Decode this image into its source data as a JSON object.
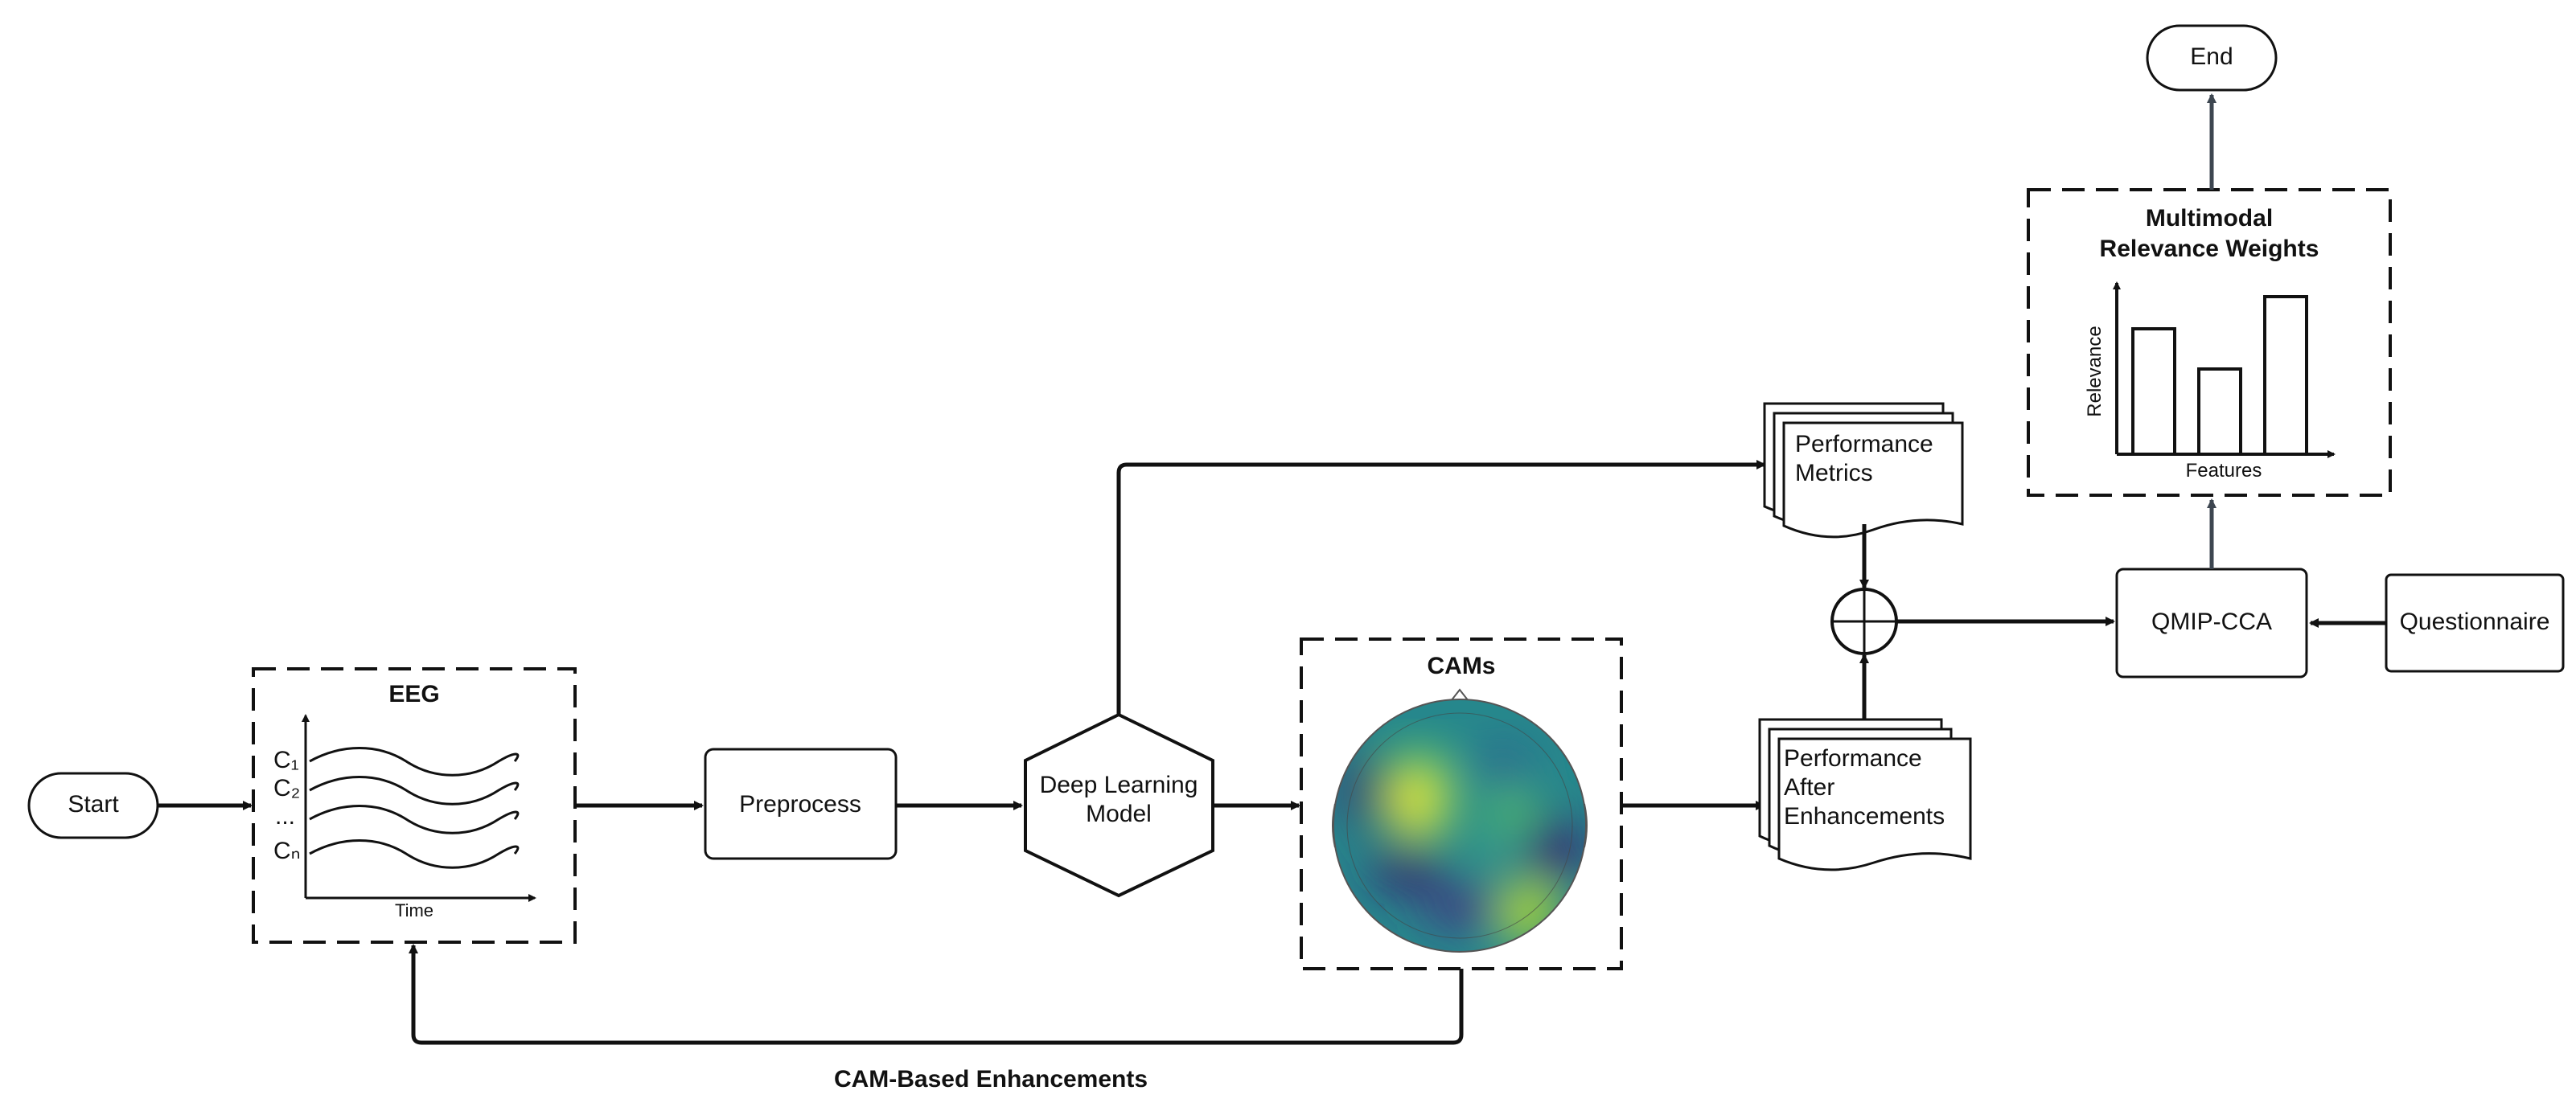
{
  "nodes": {
    "start": "Start",
    "end": "End",
    "eeg_title": "EEG",
    "eeg_channels": [
      "C₁",
      "C₂",
      "...",
      "Cₙ"
    ],
    "eeg_axis_time": "Time",
    "preprocess": "Preprocess",
    "dl_model_line1": "Deep Learning",
    "dl_model_line2": "Model",
    "cams_title": "CAMs",
    "perf_metrics_line1": "Performance",
    "perf_metrics_line2": "Metrics",
    "perf_after_line1": "Performance",
    "perf_after_line2": "After",
    "perf_after_line3": "Enhancements",
    "qmip": "QMIP-CCA",
    "questionnaire": "Questionnaire",
    "weights_title_line1": "Multimodal",
    "weights_title_line2": "Relevance Weights",
    "weights_ylabel": "Relevance",
    "weights_xlabel": "Features",
    "feedback_label": "CAM-Based Enhancements"
  },
  "chart_data": {
    "type": "bar",
    "categories": [
      "",
      "",
      ""
    ],
    "values": [
      0.78,
      0.53,
      0.98
    ],
    "xlabel": "Features",
    "ylabel": "Relevance"
  },
  "colors": {
    "line": "#111111",
    "arrow_gray": "#3d4650",
    "viridis_low": "#3b1f6e",
    "viridis_mid": "#26878c",
    "viridis_high": "#f1e51d"
  }
}
